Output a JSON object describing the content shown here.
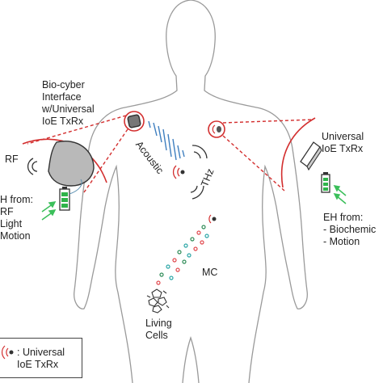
{
  "colors": {
    "red": "#d32f2f",
    "outline": "#9a9a9a",
    "dark": "#333333",
    "battery_green": "#2fb34a",
    "arrow_green": "#3bbf5a",
    "acoustic_blue": "#3f7fbf",
    "mc_red": "#e0474c",
    "mc_green": "#2e8b57",
    "mc_teal": "#2aa6a6"
  },
  "labels": {
    "bio_cyber": "Bio-cyber\nInterface\nw/Universal\nIoE TxRx",
    "rf": "RF",
    "eh_left": "H from:\nRF\nLight\nMotion",
    "acoustic": "Acoustic",
    "thz": "THz",
    "mc": "MC",
    "living_cells": "Living\nCells",
    "universal_right": "Universal\nIoE TxRx",
    "eh_right": "EH from:\n- Biochemic\n- Motion",
    "legend": ": Universal\nIoE TxRx"
  },
  "icons": {
    "transceiver": "transceiver-icon",
    "battery": "battery-icon",
    "wave": "wave-arcs-icon",
    "cells": "living-cells-icon"
  }
}
